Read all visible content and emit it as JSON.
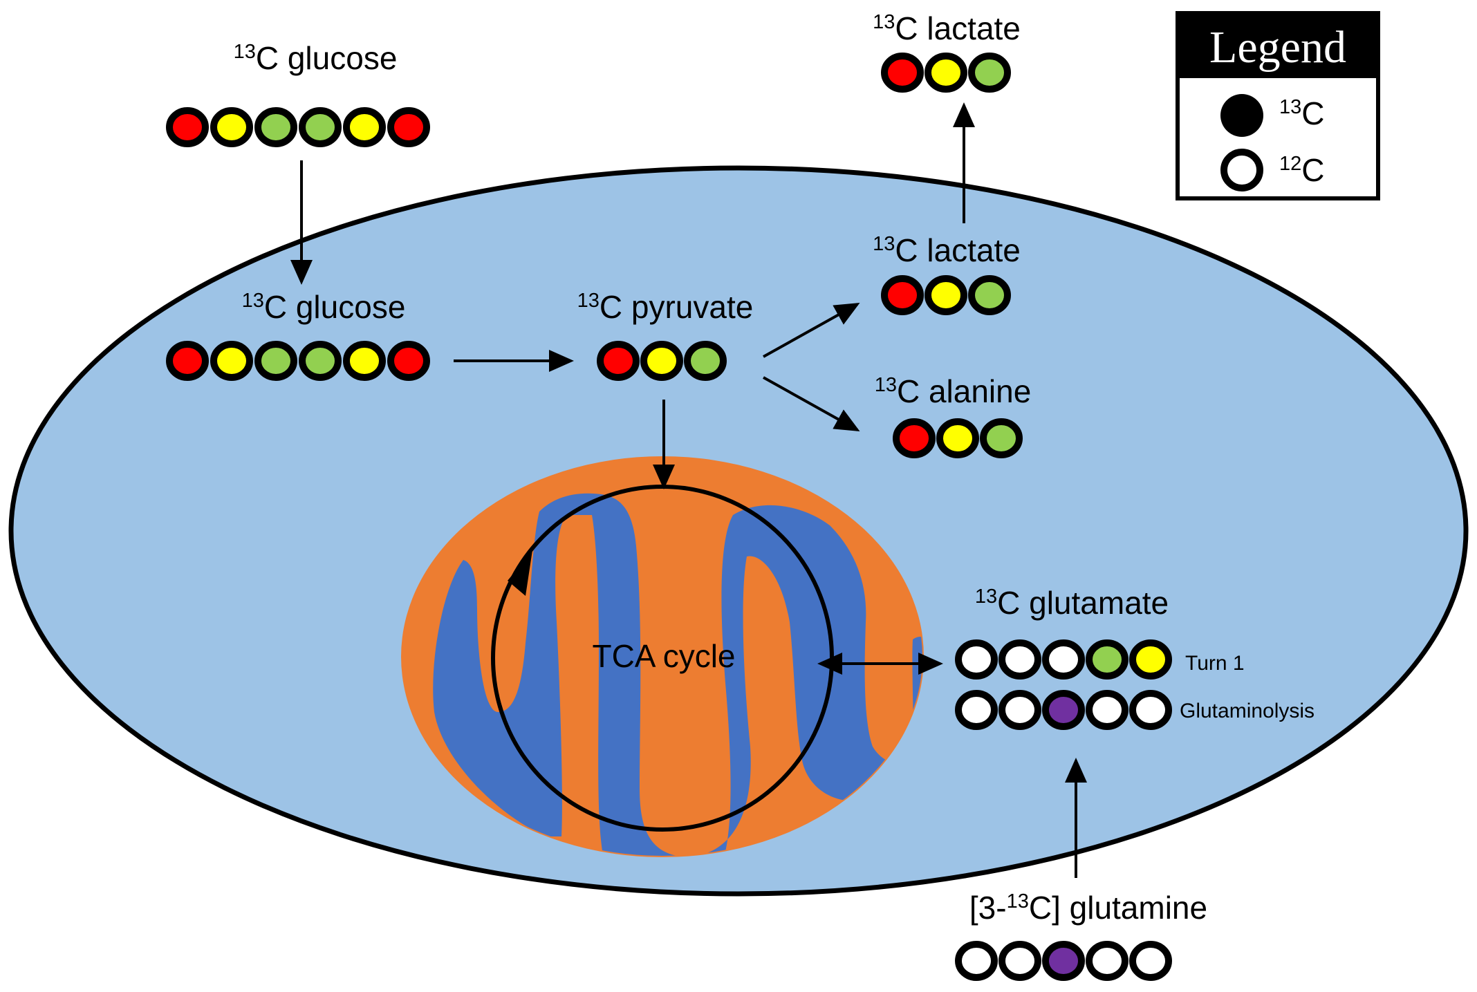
{
  "colors": {
    "background": "#ffffff",
    "cell_fill": "#9dc3e6",
    "mito_outer": "#ed7d31",
    "mito_inner": "#4472c4",
    "outline": "#000000",
    "carbon_red": "#ff0000",
    "carbon_yellow": "#ffff00",
    "carbon_green": "#92d050",
    "carbon_purple": "#7030a0",
    "carbon_unlabeled": "#ffffff"
  },
  "legend": {
    "title": "Legend",
    "items": [
      {
        "symbol": "filled-circle",
        "sup": "13",
        "label": "C"
      },
      {
        "symbol": "open-circle",
        "sup": "12",
        "label": "C"
      }
    ]
  },
  "molecules": {
    "glucose_outside": {
      "sup": "13",
      "name": "C glucose",
      "carbons": [
        "red",
        "yellow",
        "green",
        "green",
        "yellow",
        "red"
      ]
    },
    "glucose_inside": {
      "sup": "13",
      "name": "C glucose",
      "carbons": [
        "red",
        "yellow",
        "green",
        "green",
        "yellow",
        "red"
      ]
    },
    "pyruvate": {
      "sup": "13",
      "name": "C pyruvate",
      "carbons": [
        "red",
        "yellow",
        "green"
      ]
    },
    "lactate_inside": {
      "sup": "13",
      "name": "C lactate",
      "carbons": [
        "red",
        "yellow",
        "green"
      ]
    },
    "lactate_outside": {
      "sup": "13",
      "name": "C lactate",
      "carbons": [
        "red",
        "yellow",
        "green"
      ]
    },
    "alanine": {
      "sup": "13",
      "name": "C alanine",
      "carbons": [
        "red",
        "yellow",
        "green"
      ]
    },
    "glutamate": {
      "sup": "13",
      "name": "C glutamate",
      "rows": [
        {
          "label": "Turn 1",
          "carbons": [
            "white",
            "white",
            "white",
            "green",
            "yellow"
          ]
        },
        {
          "label": "Glutaminolysis",
          "carbons": [
            "white",
            "white",
            "purple",
            "white",
            "white"
          ]
        }
      ]
    },
    "glutamine": {
      "prefix": "[3-",
      "sup": "13",
      "name": "C] glutamine",
      "carbons": [
        "white",
        "white",
        "purple",
        "white",
        "white"
      ]
    }
  },
  "tca": {
    "label": "TCA cycle"
  }
}
